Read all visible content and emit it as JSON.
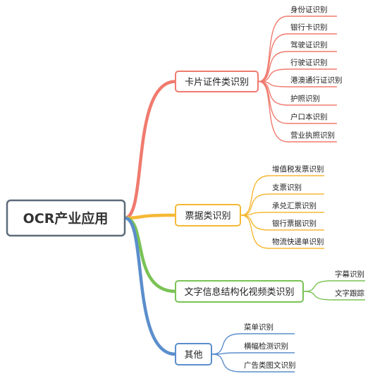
{
  "root": {
    "label": "OCR产业应用"
  },
  "branches": [
    {
      "label": "卡片证件类识别",
      "color": "#f07a6e",
      "children": [
        "身份证识别",
        "银行卡识别",
        "驾驶证识别",
        "行驶证识别",
        "港澳通行证识别",
        "护照识别",
        "户口本识别",
        "营业执照识别"
      ]
    },
    {
      "label": "票据类识别",
      "color": "#f5b935",
      "children": [
        "增值税发票识别",
        "支票识别",
        "承兑汇票识别",
        "银行票据识别",
        "物流快递单识别"
      ]
    },
    {
      "label": "文字信息结构化视频类识别",
      "color": "#7ac255",
      "children": [
        "字幕识别",
        "文字跟踪"
      ]
    },
    {
      "label": "其他",
      "color": "#5b8ecc",
      "children": [
        "菜单识别",
        "横幅检测识别",
        "广告类图文识别"
      ]
    }
  ]
}
